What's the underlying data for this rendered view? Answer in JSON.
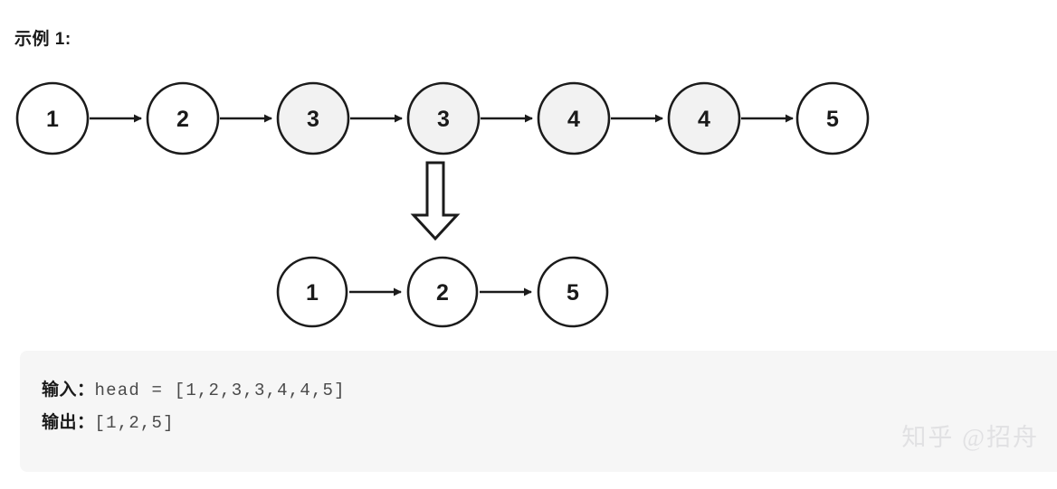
{
  "title": "示例 1:",
  "colors": {
    "node_stroke": "#1b1b1b",
    "node_fill_plain": "#ffffff",
    "node_fill_duplicate": "#f2f2f2",
    "code_block_bg": "#f6f6f6",
    "text": "#1a1a1a",
    "code_text": "#4a4a4a",
    "watermark": "#e1e1e3",
    "page_bg": "#ffffff"
  },
  "diagram": {
    "input_list": {
      "caption": "input-linked-list",
      "nodes": [
        {
          "value": "1",
          "duplicate": false
        },
        {
          "value": "2",
          "duplicate": false
        },
        {
          "value": "3",
          "duplicate": true
        },
        {
          "value": "3",
          "duplicate": true
        },
        {
          "value": "4",
          "duplicate": true
        },
        {
          "value": "4",
          "duplicate": true
        },
        {
          "value": "5",
          "duplicate": false
        }
      ]
    },
    "transform_arrow": "down-block-arrow",
    "output_list": {
      "caption": "output-linked-list",
      "nodes": [
        {
          "value": "1",
          "duplicate": false
        },
        {
          "value": "2",
          "duplicate": false
        },
        {
          "value": "5",
          "duplicate": false
        }
      ]
    }
  },
  "io": {
    "input_label": "输入：",
    "input_value": "head = [1,2,3,3,4,4,5]",
    "output_label": "输出：",
    "output_value": "[1,2,5]"
  },
  "watermark": "知乎 @招舟"
}
